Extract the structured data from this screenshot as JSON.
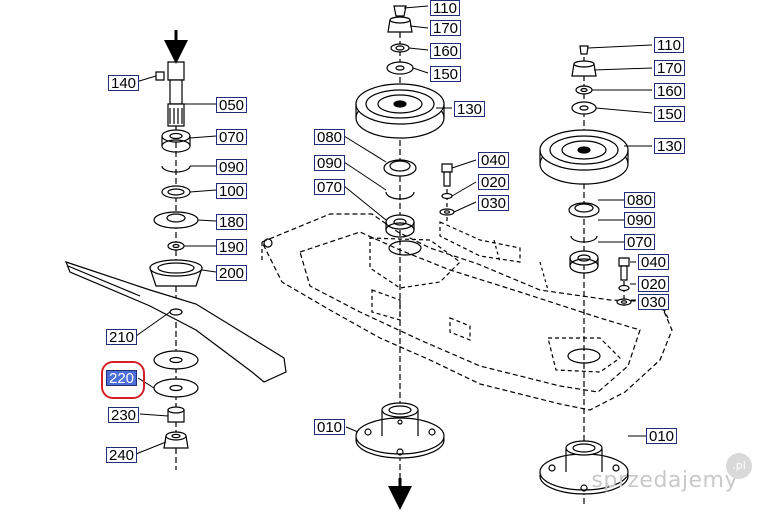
{
  "diagram": {
    "callouts": [
      {
        "id": "c110a",
        "text": "110"
      },
      {
        "id": "c170a",
        "text": "170"
      },
      {
        "id": "c160a",
        "text": "160"
      },
      {
        "id": "c150a",
        "text": "150"
      },
      {
        "id": "c130a",
        "text": "130"
      },
      {
        "id": "c110b",
        "text": "110"
      },
      {
        "id": "c170b",
        "text": "170"
      },
      {
        "id": "c160b",
        "text": "160"
      },
      {
        "id": "c150b",
        "text": "150"
      },
      {
        "id": "c130b",
        "text": "130"
      },
      {
        "id": "c140",
        "text": "140"
      },
      {
        "id": "c050",
        "text": "050"
      },
      {
        "id": "c070a",
        "text": "070"
      },
      {
        "id": "c090a",
        "text": "090"
      },
      {
        "id": "c100",
        "text": "100"
      },
      {
        "id": "c180",
        "text": "180"
      },
      {
        "id": "c190",
        "text": "190"
      },
      {
        "id": "c200",
        "text": "200"
      },
      {
        "id": "c210",
        "text": "210"
      },
      {
        "id": "c220",
        "text": "220"
      },
      {
        "id": "c230",
        "text": "230"
      },
      {
        "id": "c240",
        "text": "240"
      },
      {
        "id": "c080a",
        "text": "080"
      },
      {
        "id": "c090b",
        "text": "090"
      },
      {
        "id": "c070b",
        "text": "070"
      },
      {
        "id": "c040a",
        "text": "040"
      },
      {
        "id": "c020a",
        "text": "020"
      },
      {
        "id": "c030a",
        "text": "030"
      },
      {
        "id": "c080b",
        "text": "080"
      },
      {
        "id": "c090c",
        "text": "090"
      },
      {
        "id": "c070c",
        "text": "070"
      },
      {
        "id": "c040b",
        "text": "040"
      },
      {
        "id": "c020b",
        "text": "020"
      },
      {
        "id": "c030b",
        "text": "030"
      },
      {
        "id": "c010a",
        "text": "010"
      },
      {
        "id": "c010b",
        "text": "010"
      }
    ],
    "selected": "220",
    "watermark": "sprzedajemy",
    "watermark_badge": ".pl"
  }
}
